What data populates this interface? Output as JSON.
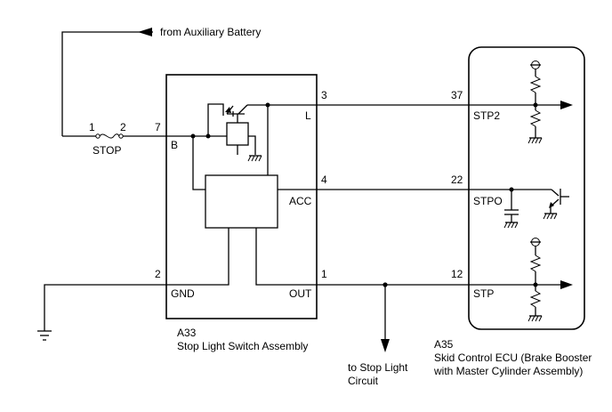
{
  "supply": {
    "label": "from Auxiliary Battery"
  },
  "fuse": {
    "pin_in": "1",
    "pin_out": "2",
    "name": "STOP"
  },
  "switch_assembly": {
    "connector": "A33",
    "name": "Stop Light Switch Assembly",
    "pins": {
      "b_num": "7",
      "b_label": "B",
      "l_num": "3",
      "l_label": "L",
      "acc_num": "4",
      "acc_label": "ACC",
      "gnd_num": "2",
      "gnd_label": "GND",
      "out_num": "1",
      "out_label": "OUT"
    }
  },
  "branch": {
    "line1": "to Stop Light",
    "line2": "Circuit"
  },
  "ecu": {
    "connector": "A35",
    "name_line1": "Skid Control ECU (Brake Booster",
    "name_line2": "with Master Cylinder Assembly)",
    "pins": {
      "stp2_num": "37",
      "stp2_label": "STP2",
      "stpo_num": "22",
      "stpo_label": "STPO",
      "stp_num": "12",
      "stp_label": "STP"
    }
  }
}
